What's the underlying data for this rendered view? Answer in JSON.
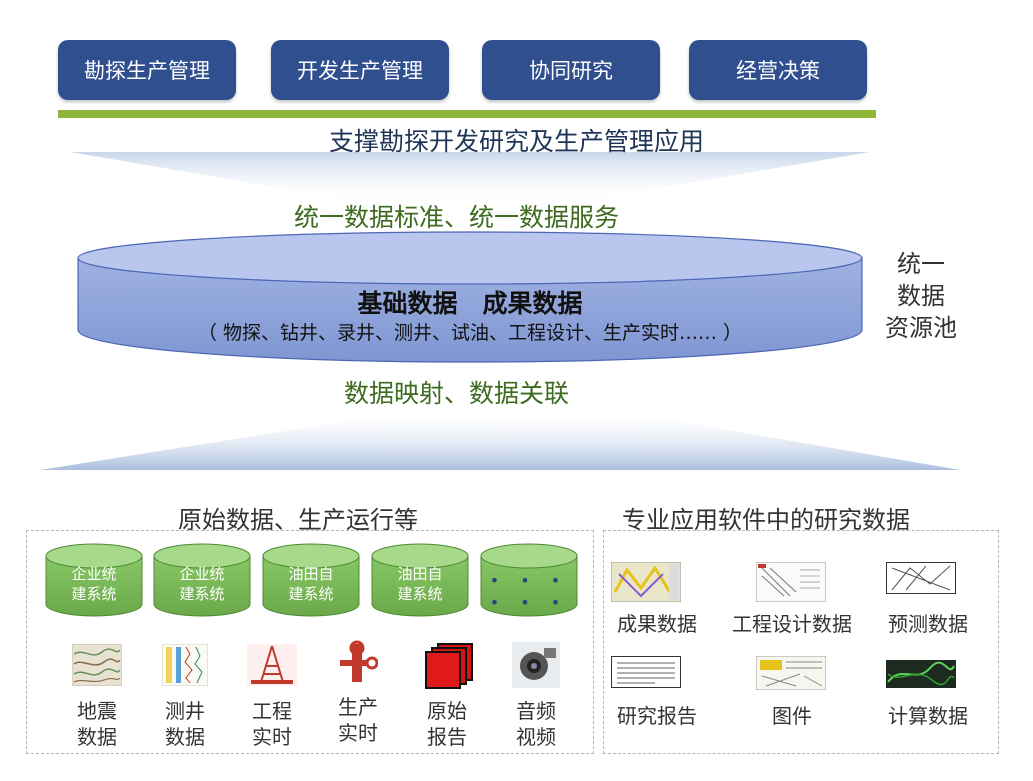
{
  "top_buttons": [
    "勘探生产管理",
    "开发生产管理",
    "协同研究",
    "经营决策"
  ],
  "support_text": "支撑勘探开发研究及生产管理应用",
  "standard_text": "统一数据标准、统一数据服务",
  "cylinder": {
    "title": "基础数据　成果数据",
    "subtitle": "（ 物探、钻井、录井、测井、试油、工程设计、生产实时…… ）"
  },
  "pool_label": [
    "统一",
    "数据",
    "资源池"
  ],
  "mapping_text": "数据映射、数据关联",
  "left_section": {
    "title": "原始数据、生产运行等",
    "cylinders": [
      [
        "企业统",
        "建系统"
      ],
      [
        "企业统",
        "建系统"
      ],
      [
        "油田自",
        "建系统"
      ],
      [
        "油田自",
        "建系统"
      ]
    ],
    "more_dots": [
      "• • •",
      "• • •"
    ],
    "items": [
      [
        "地震",
        "数据"
      ],
      [
        "测井",
        "数据"
      ],
      [
        "工程",
        "实时"
      ],
      [
        "生产",
        "实时"
      ],
      [
        "原始",
        "报告"
      ],
      [
        "音频",
        "视频"
      ]
    ]
  },
  "right_section": {
    "title": "专业应用软件中的研究数据",
    "items": [
      "成果数据",
      "工程设计数据",
      "预测数据",
      "研究报告",
      "图件",
      "计算数据"
    ]
  },
  "colors": {
    "button": "#2f4f8f",
    "green_bar": "#8fb53a",
    "cylinder": "#8ea4dc",
    "green_cylinder": "#7fbf5a",
    "green_text": "#3d6b1f"
  }
}
